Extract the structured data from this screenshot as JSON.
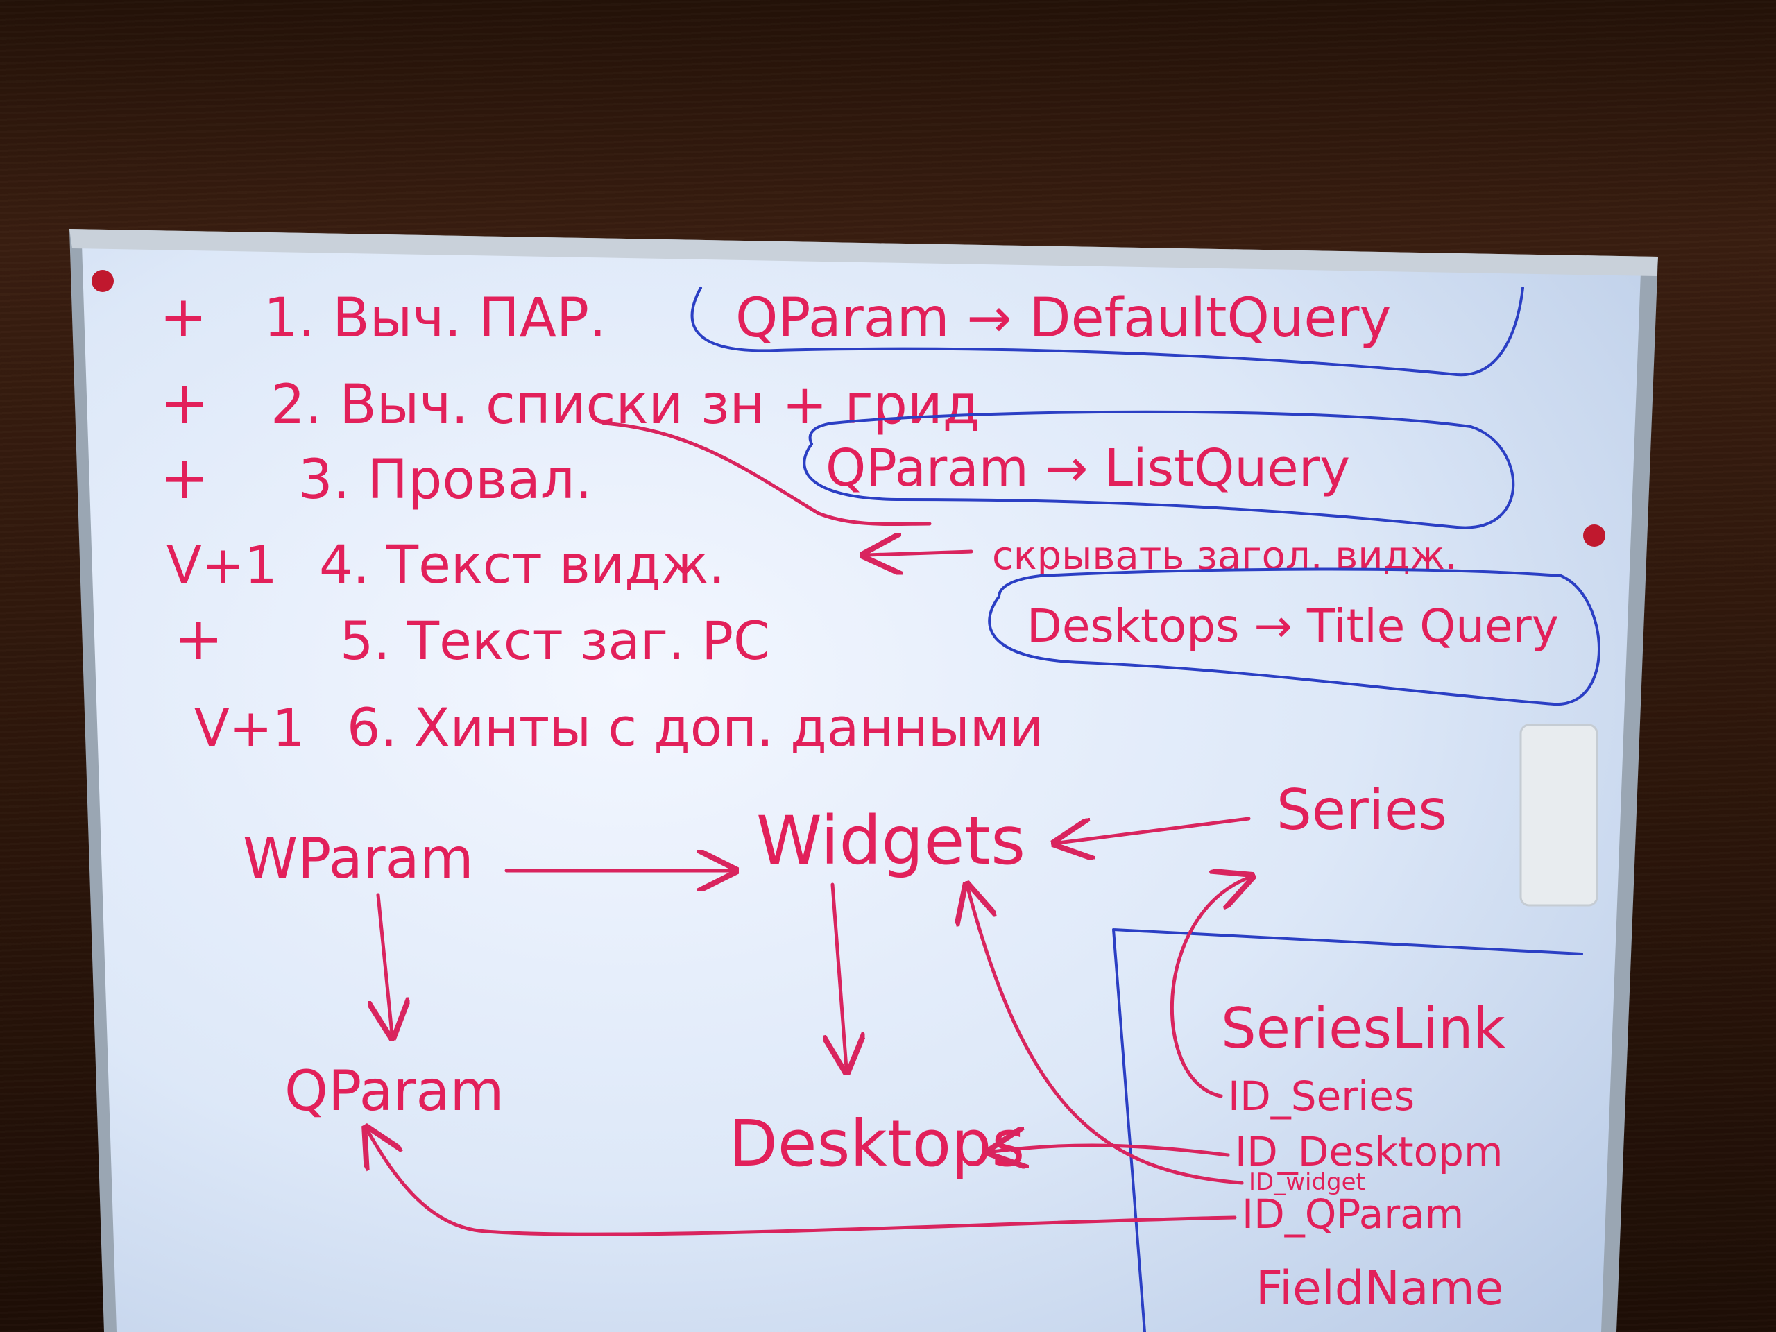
{
  "board": {
    "lines": [
      {
        "mark": "+",
        "text": "1. Выч. ПАР.",
        "note": "QParam → DefaultQuery"
      },
      {
        "mark": "+",
        "text": "2. Выч. списки зн + грид",
        "note": "QParam → ListQuery"
      },
      {
        "mark": "+",
        "text": "3. Провал."
      },
      {
        "mark": "V+1",
        "text": "4. Текст видж.",
        "note": "скрывать загол. видж."
      },
      {
        "mark": "+",
        "text": "5. Текст заг. РС",
        "note": "Desktops → Title Query"
      },
      {
        "mark": "V+1",
        "text": "6. Хинты с доп. данными"
      }
    ]
  },
  "diagram": {
    "nodes": {
      "wparam": "WParam",
      "widgets": "Widgets",
      "series": "Series",
      "qparam": "QParam",
      "desktops": "Desktops"
    },
    "serieslink": {
      "title": "SeriesLink",
      "fields": [
        "ID_Series",
        "ID_Desktopm",
        "ID_widget",
        "ID_QParam",
        "FieldName"
      ]
    }
  },
  "colors": {
    "marker_red": "#e2205a",
    "marker_blue": "#2b3fc4",
    "board": "#e9f0fb",
    "frame": "#aab4c0",
    "wall": "#3a1e10"
  }
}
